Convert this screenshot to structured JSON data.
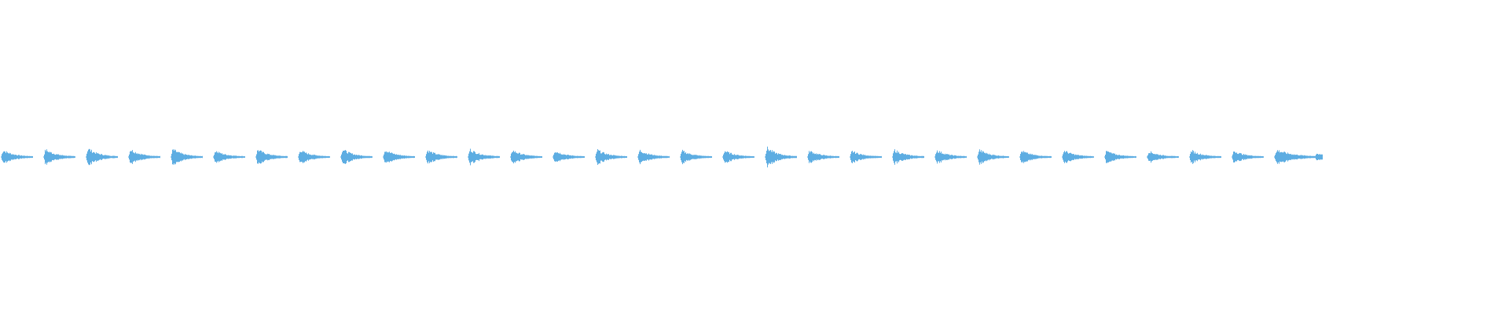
{
  "waveform": {
    "color": "#5dade2",
    "background": "#ffffff",
    "segments": [
      {
        "peak": 0.55
      },
      {
        "peak": 0.6
      },
      {
        "peak": 0.7
      },
      {
        "peak": 0.62
      },
      {
        "peak": 0.62
      },
      {
        "peak": 0.5
      },
      {
        "peak": 0.6
      },
      {
        "peak": 0.55
      },
      {
        "peak": 0.62
      },
      {
        "peak": 0.58
      },
      {
        "peak": 0.55
      },
      {
        "peak": 0.62
      },
      {
        "peak": 0.55
      },
      {
        "peak": 0.5
      },
      {
        "peak": 0.58
      },
      {
        "peak": 0.55
      },
      {
        "peak": 0.5
      },
      {
        "peak": 0.5
      },
      {
        "peak": 0.75
      },
      {
        "peak": 0.5
      },
      {
        "peak": 0.48
      },
      {
        "peak": 0.58
      },
      {
        "peak": 0.55
      },
      {
        "peak": 0.58
      },
      {
        "peak": 0.5
      },
      {
        "peak": 0.52
      },
      {
        "peak": 0.48
      },
      {
        "peak": 0.45
      },
      {
        "peak": 0.52
      },
      {
        "peak": 0.5
      },
      {
        "peak": 0.55
      }
    ]
  }
}
